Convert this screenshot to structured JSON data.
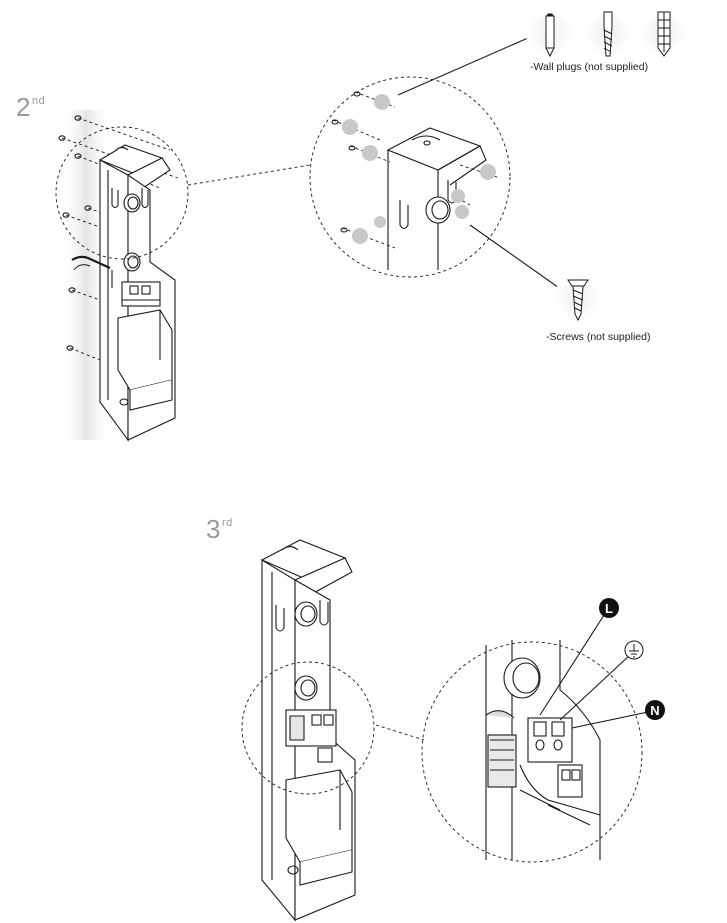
{
  "step2": {
    "number": "2",
    "suffix": "nd"
  },
  "step3": {
    "number": "3",
    "suffix": "rd"
  },
  "captions": {
    "wall_plugs": "-Wall plugs (not supplied)",
    "screws": "-Screws (not supplied)"
  },
  "symbols": {
    "live": "L",
    "neutral": "N",
    "earth_icon": "earth-ground-icon"
  },
  "tools": [
    "pencil-icon",
    "drill-bit-icon",
    "wall-plug-icon"
  ],
  "colors": {
    "line": "#1a1a1a",
    "hole_grey": "#c8c8c8",
    "label_grey": "#9a9a9a",
    "badge": "#111111"
  }
}
